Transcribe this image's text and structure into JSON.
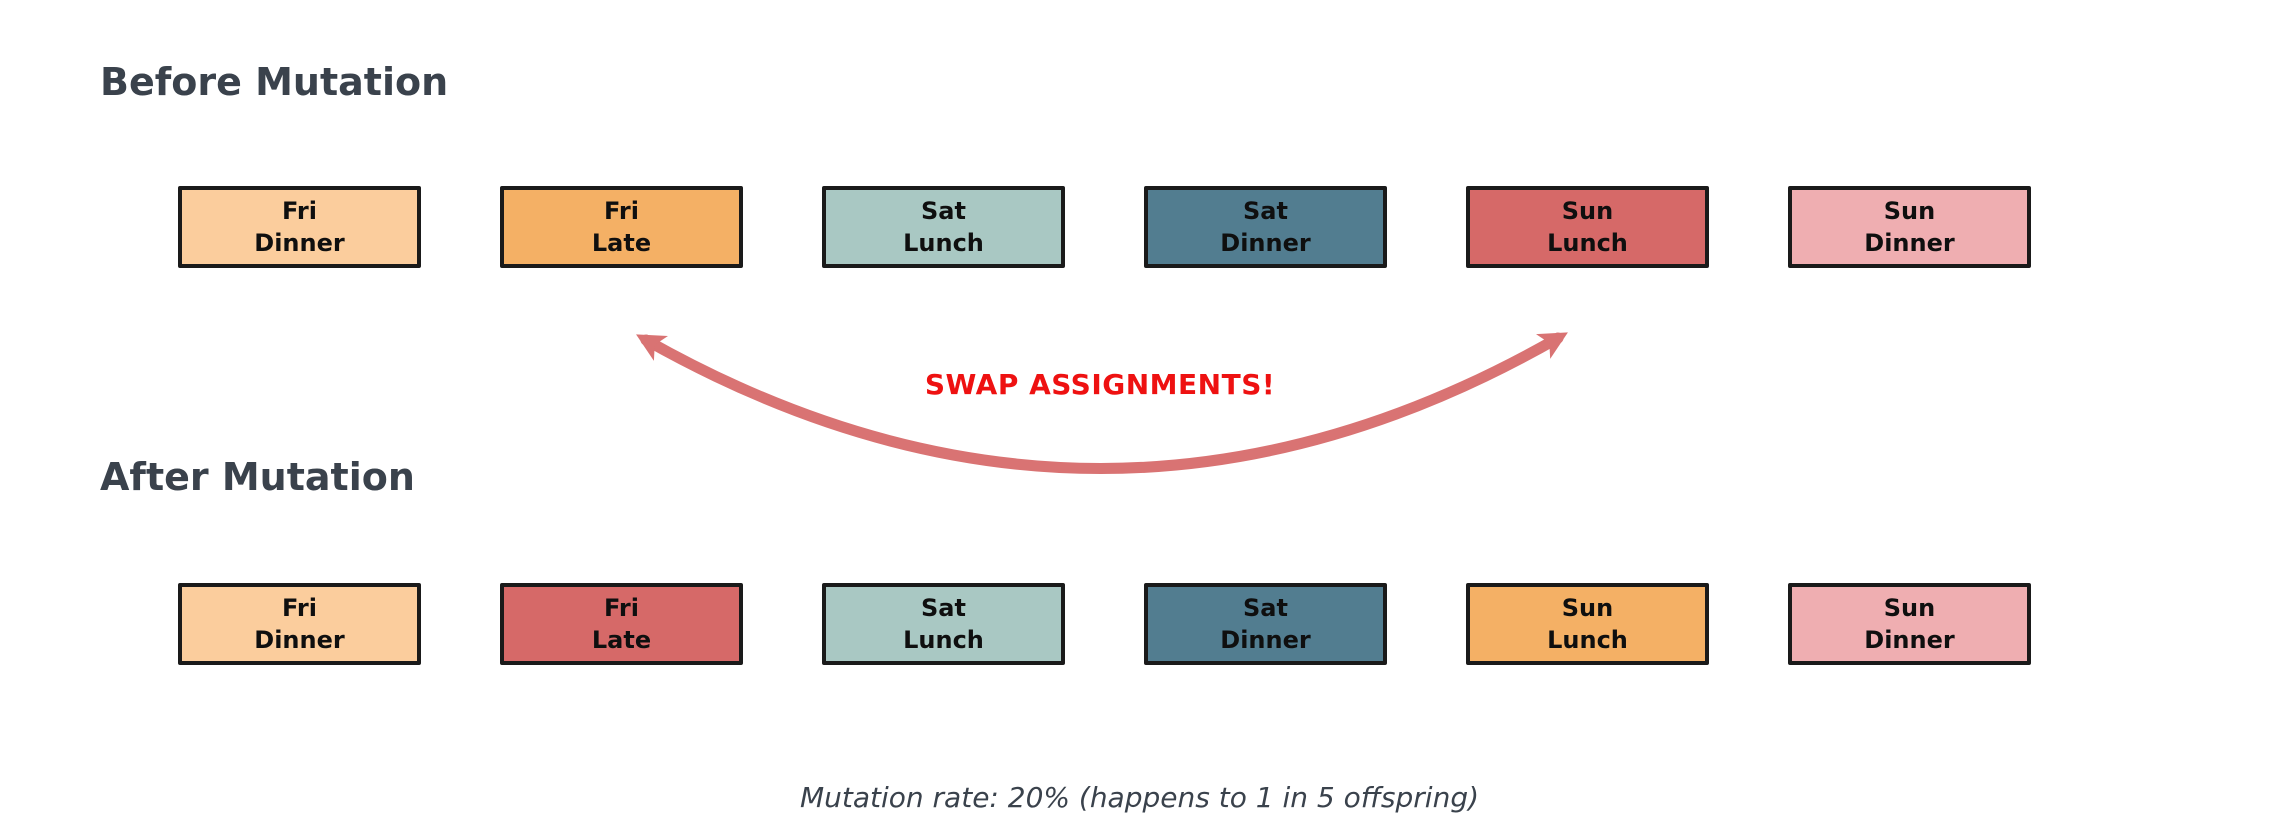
{
  "diagram": {
    "caption": "Mutation rate: 20% (happens to 1 in 5 offspring)",
    "title_color": "#3a424c",
    "swap": {
      "label": "SWAP ASSIGNMENTS!",
      "text_color": "#ee1111",
      "arrow_color": "#d97373"
    }
  },
  "rows": [
    {
      "name": "Before Mutation",
      "boxes": [
        {
          "day": "Fri",
          "meal": "Dinner",
          "color": "#fbcd9d"
        },
        {
          "day": "Fri",
          "meal": "Late",
          "color": "#f4b065"
        },
        {
          "day": "Sat",
          "meal": "Lunch",
          "color": "#a9c8c3"
        },
        {
          "day": "Sat",
          "meal": "Dinner",
          "color": "#527d90"
        },
        {
          "day": "Sun",
          "meal": "Lunch",
          "color": "#d66968"
        },
        {
          "day": "Sun",
          "meal": "Dinner",
          "color": "#efaeb1"
        }
      ]
    },
    {
      "name": "After Mutation",
      "boxes": [
        {
          "day": "Fri",
          "meal": "Dinner",
          "color": "#fbcd9d"
        },
        {
          "day": "Fri",
          "meal": "Late",
          "color": "#d66968"
        },
        {
          "day": "Sat",
          "meal": "Lunch",
          "color": "#a9c8c3"
        },
        {
          "day": "Sat",
          "meal": "Dinner",
          "color": "#527d90"
        },
        {
          "day": "Sun",
          "meal": "Lunch",
          "color": "#f4b065"
        },
        {
          "day": "Sun",
          "meal": "Dinner",
          "color": "#efaeb1"
        }
      ]
    }
  ]
}
